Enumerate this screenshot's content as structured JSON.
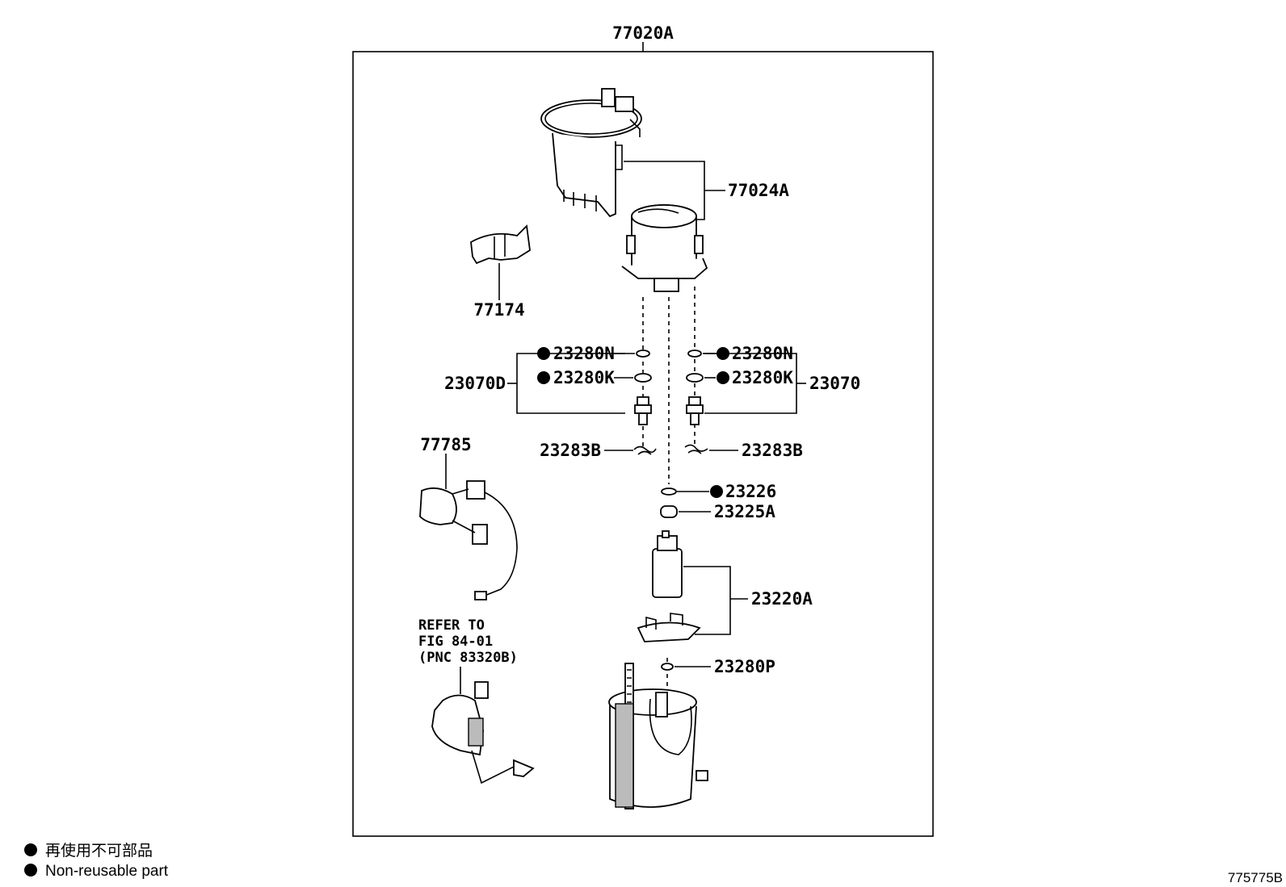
{
  "labels": {
    "assembly": "77020A",
    "sender_gauge_top": "77024A",
    "clamp": "77174",
    "ring_left_upper": "23280N",
    "ring_left_lower": "23280K",
    "ring_right_upper": "23280N",
    "ring_right_lower": "23280K",
    "check_valve_left": "23070D",
    "check_valve_right": "23070",
    "clip_left": "23283B",
    "clip_right": "23283B",
    "wire_harness": "77785",
    "gasket": "23226",
    "cushion": "23225A",
    "pump": "23220A",
    "bottom_ring": "23280P"
  },
  "refer_note": {
    "line1": "REFER TO",
    "line2": "FIG 84-01",
    "line3": "(PNC 83320B)"
  },
  "legend": {
    "jp": "再使用不可部品",
    "en": "Non-reusable part"
  },
  "figure_id": "775775B"
}
